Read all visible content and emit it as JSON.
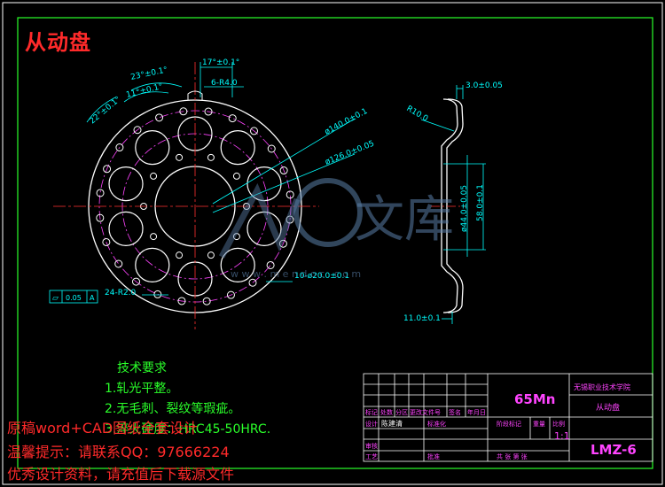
{
  "title": "从动盘",
  "dimensions": {
    "d17": "17°±0.1°",
    "d23": "23°±0.1°",
    "d11": "11°±0.1°",
    "d22": "22°±0.1°",
    "r40": "6-R4.0",
    "phi140": "ø140.0±0.1",
    "phi126": "ø126.0±0.05",
    "hole20": "10-ø20.0±0.1",
    "r20": "24-R2.0",
    "flatness": "0.05",
    "datum": "A",
    "r10": "R10.0",
    "t30": "3.0±0.05",
    "phi44": "ø44.0±0.05",
    "h58": "58.0±0.1",
    "w11": "11.0±0.1"
  },
  "notes": {
    "heading": "技术要求",
    "line1": "1.轧光平整。",
    "line2": "2.无毛刺、裂纹等瑕疵。",
    "line3": "3.淬火硬度：HRC45-50HRC."
  },
  "promo": {
    "line1": "原稿word+CAD图纸全套设计",
    "line2": "温馨提示：请联系QQ：97666224",
    "line3": "优秀设计资料，请充值后下载源文件"
  },
  "watermark": {
    "text": "文库",
    "url": "w w w . m e n d o c . c o m"
  },
  "title_block": {
    "material": "65Mn",
    "school": "无锡职业技术学院",
    "part_name": "从动盘",
    "scale": "1:1",
    "drawing_no": "LMZ-6",
    "labels": {
      "mark": "标记",
      "count": "处数",
      "zone": "分区",
      "change_doc": "更改文件号",
      "sign": "签名",
      "date": "年月日",
      "design": "设计",
      "standard": "标准化",
      "stage_mark": "阶段标记",
      "weight": "重量",
      "ratio": "比例",
      "review": "审核",
      "process": "工艺",
      "approve": "批准",
      "sheets": "共  张 第  张",
      "designer": "陈建清"
    }
  }
}
